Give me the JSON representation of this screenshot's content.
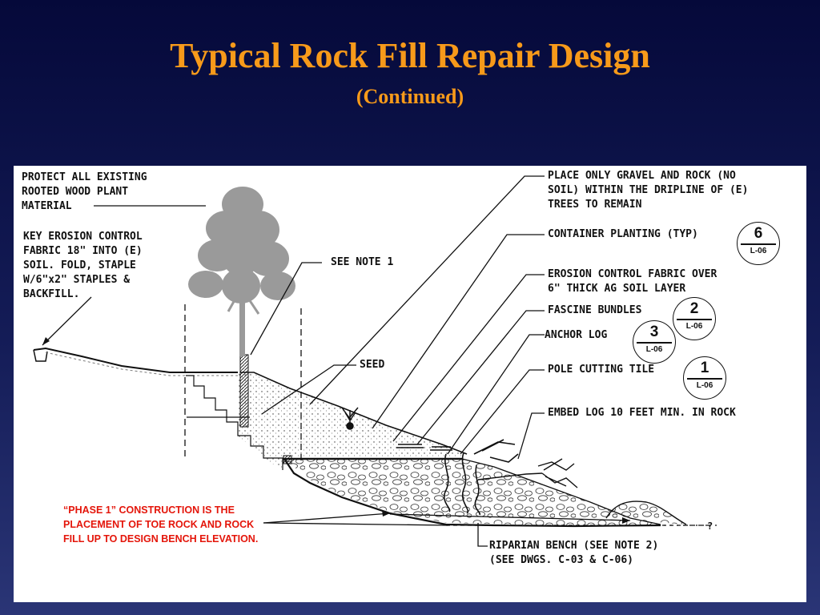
{
  "slide": {
    "title": "Typical Rock Fill Repair Design",
    "subtitle": "(Continued)"
  },
  "labels": {
    "protect_existing": "PROTECT ALL EXISTING\nROOTED WOOD PLANT\nMATERIAL",
    "key_erosion": "KEY EROSION CONTROL\nFABRIC 18\" INTO (E)\nSOIL. FOLD, STAPLE\nW/6\"x2\" STAPLES &\nBACKFILL.",
    "see_note_1": "SEE NOTE 1",
    "seed": "SEED",
    "gravel_rock": "PLACE ONLY GRAVEL AND ROCK (NO\nSOIL) WITHIN THE DRIPLINE OF (E)\nTREES TO REMAIN",
    "container_planting": "CONTAINER PLANTING (TYP)",
    "erosion_fabric": "EROSION CONTROL FABRIC OVER\n6\" THICK AG SOIL LAYER",
    "fascine": "FASCINE BUNDLES",
    "anchor_log": "ANCHOR LOG",
    "pole_cutting": "POLE CUTTING TILE",
    "embed_log": "EMBED LOG 10 FEET MIN. IN ROCK",
    "riparian_bench": "RIPARIAN BENCH (SEE NOTE 2)\n(SEE DWGS. C-03 & C-06)",
    "water_mark": "?",
    "phase_note": "“PHASE 1” CONSTRUCTION IS THE PLACEMENT OF TOE ROCK AND ROCK FILL UP TO DESIGN BENCH ELEVATION."
  },
  "detail_tags": {
    "container": {
      "number": "6",
      "sheet": "L-06"
    },
    "fascine": {
      "number": "2",
      "sheet": "L-06"
    },
    "anchor": {
      "number": "3",
      "sheet": "L-06"
    },
    "pole": {
      "number": "1",
      "sheet": "L-06"
    }
  },
  "colors": {
    "title": "#f79a1a",
    "phase_note": "#e4150a",
    "tree": "#9a9a9a",
    "linework": "#111111"
  }
}
